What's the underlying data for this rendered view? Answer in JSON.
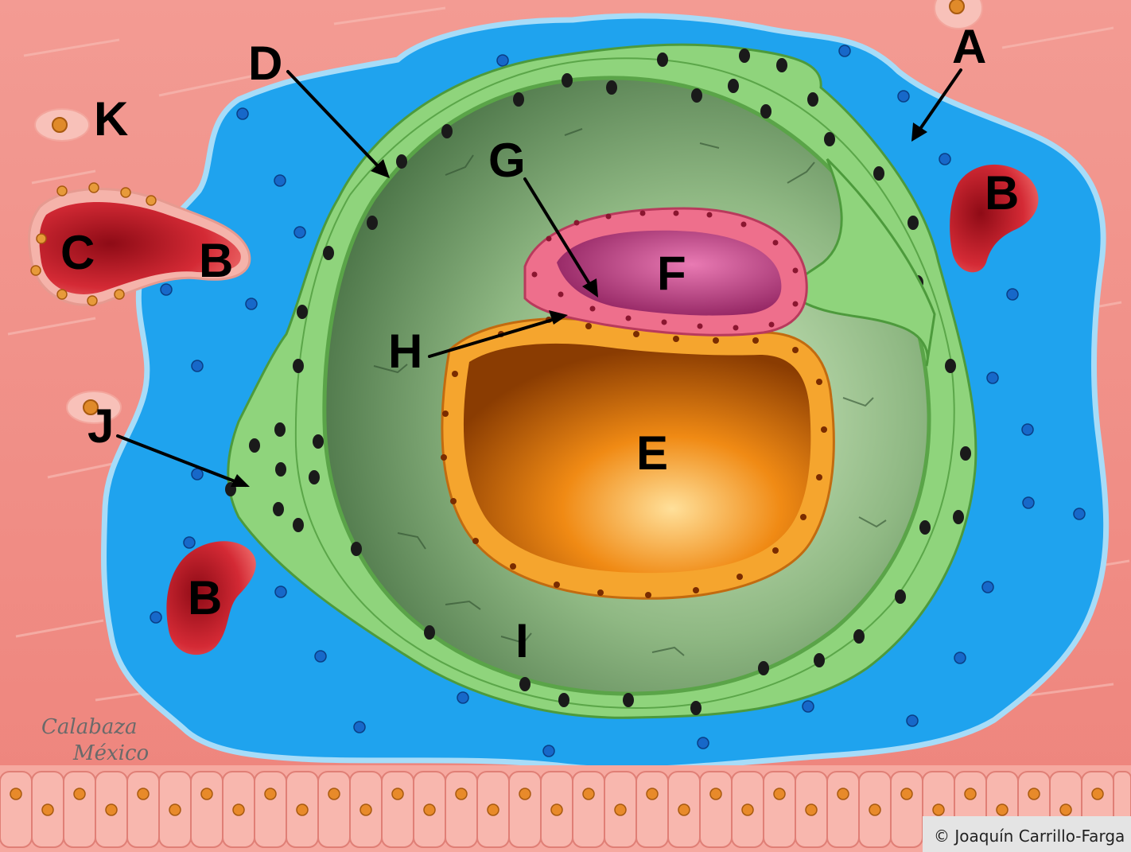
{
  "labels": {
    "A": "A",
    "B_left": "B",
    "B_right": "B",
    "B_bottom": "B",
    "C": "C",
    "D": "D",
    "E": "E",
    "F": "F",
    "G": "G",
    "H": "H",
    "I": "I",
    "J": "J",
    "K": "K"
  },
  "credit": "© Joaquín Carrillo-Farga",
  "signature": {
    "line1": "Calabaza",
    "line2": "México"
  },
  "colors": {
    "endometrium": "#f08c84",
    "lacunae": "#1fa3ee",
    "trophoblast": "#8fd47c",
    "extraembryonic_cavity": "#5f8d5a",
    "epiblast": "#ee6f8c",
    "hypoblast": "#f2a12a",
    "vessel": "#d42a35"
  }
}
